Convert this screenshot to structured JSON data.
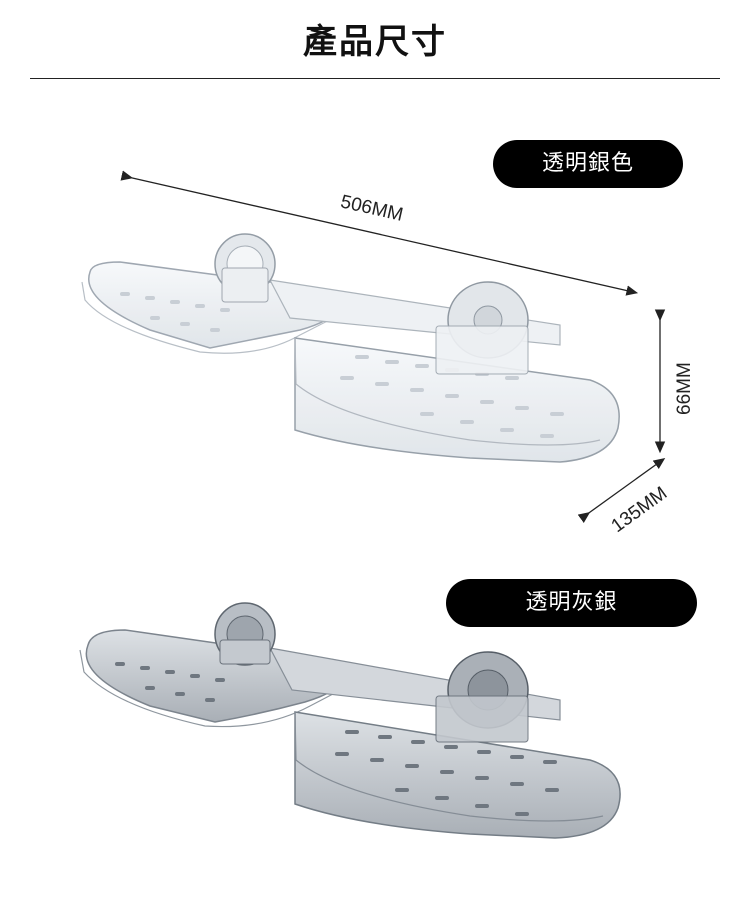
{
  "title": "產品尺寸",
  "variants": {
    "silver": {
      "label": "透明銀色"
    },
    "gray": {
      "label": "透明灰銀"
    }
  },
  "dimensions": {
    "length": "506MM",
    "height": "66MM",
    "depth": "135MM"
  },
  "colors": {
    "pill_bg": "#000000",
    "pill_text": "#ffffff",
    "silver_tint": "#e8ecf0",
    "gray_tint": "#b9bec4"
  }
}
